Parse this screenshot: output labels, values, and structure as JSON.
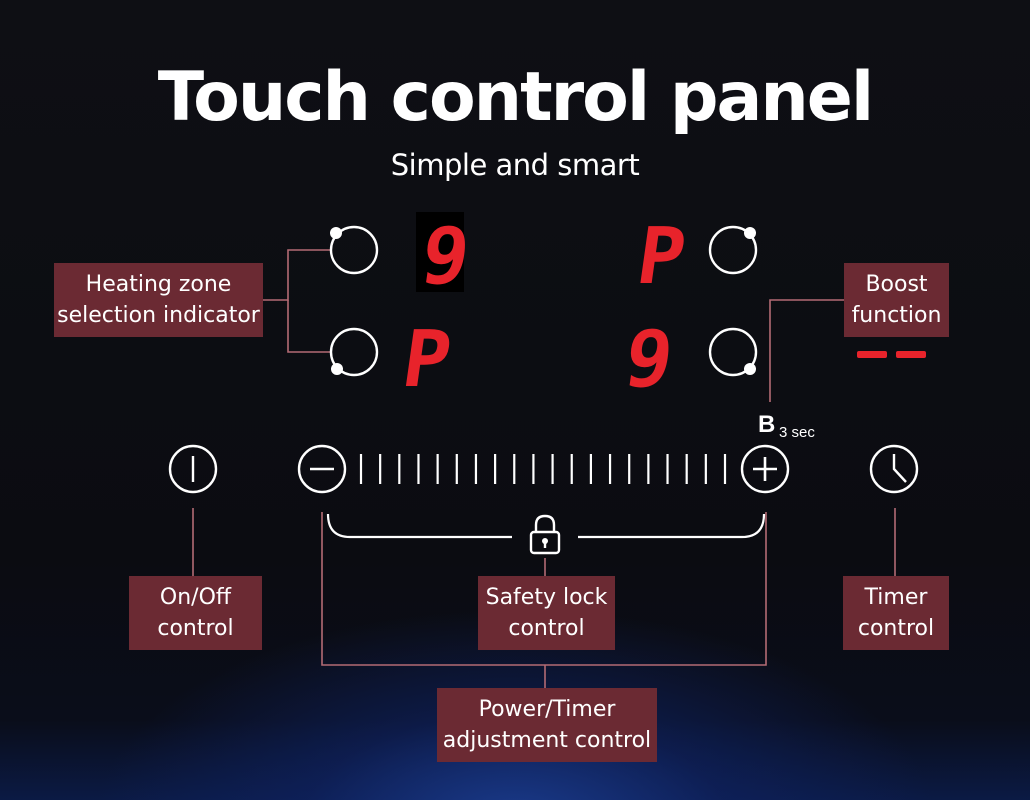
{
  "header": {
    "title": "Touch control panel",
    "subtitle": "Simple and smart"
  },
  "displays": [
    "9",
    "P",
    "P",
    "9"
  ],
  "boost_indicator": {
    "letter": "B",
    "duration": "3 sec"
  },
  "labels": {
    "heating_zone": [
      "Heating zone",
      "selection indicator"
    ],
    "boost": [
      "Boost",
      "function"
    ],
    "on_off": [
      "On/Off",
      "control"
    ],
    "safety_lock": [
      "Safety lock",
      "control"
    ],
    "timer": [
      "Timer",
      "control"
    ],
    "power_timer": [
      "Power/Timer",
      "adjustment control"
    ]
  },
  "colors": {
    "label_bg": "#6b2a33",
    "led_red": "#e8232b",
    "line_color": "#b36b74",
    "icon_white": "#ffffff"
  },
  "icons": {
    "zone_selector": "circle-dot-icon",
    "power": "power-icon",
    "minus": "minus-circle-icon",
    "plus": "plus-circle-icon",
    "lock": "padlock-icon",
    "timer": "clock-icon"
  }
}
